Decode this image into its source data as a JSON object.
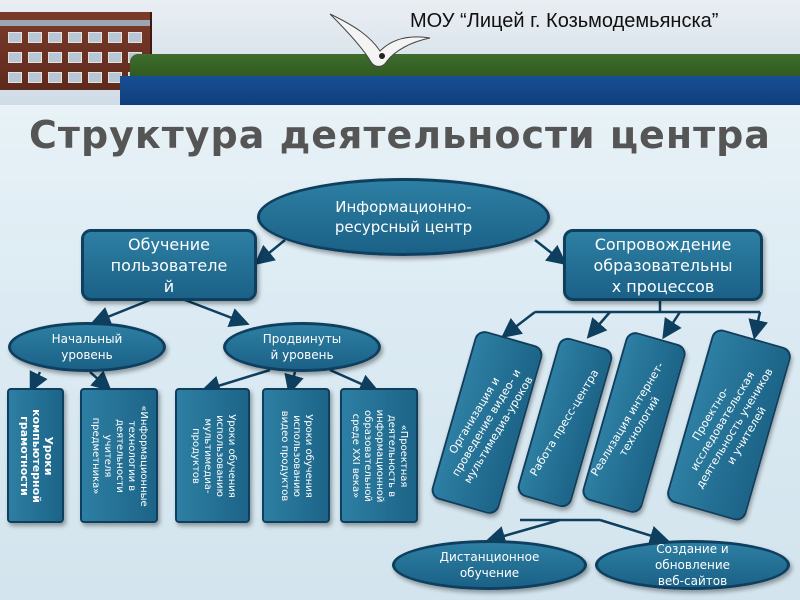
{
  "header": {
    "title": "МОУ “Лицей г. Козьмодемьянска”"
  },
  "page_title": "Структура деятельности центра",
  "nodes": {
    "center": [
      "Информационно-",
      "ресурсный центр"
    ],
    "left": [
      "Обучение",
      "пользователе",
      "й"
    ],
    "right": [
      "Сопровождение",
      "образовательны",
      "х процессов"
    ],
    "basic": [
      "Начальный",
      "уровень"
    ],
    "advanced": [
      "Продвинуты",
      "й уровень"
    ],
    "distance": [
      "Дистанционное",
      "обучение"
    ],
    "web": [
      "Создание и",
      "обновление",
      "веб-сайтов"
    ]
  },
  "training_items": [
    [
      "Уроки",
      "компьютерной",
      "грамотности"
    ],
    [
      "«Информационные",
      "технологии в",
      "деятельности",
      "учителя",
      "предметника»"
    ],
    [
      "Уроки обучения",
      "использованию",
      "мультимедиа-",
      "продуктов"
    ],
    [
      "Уроки обучения",
      "использованию",
      "видео продуктов"
    ],
    [
      "«Проектная",
      "деятельность в",
      "информационной",
      "образовательной",
      "среде XXI века»"
    ]
  ],
  "support_items": [
    [
      "Организация и",
      "проведение видео- и",
      "мультимедиа-уроков"
    ],
    [
      "Работа пресс-центра"
    ],
    [
      "Реализация интернет-",
      "технологий"
    ],
    [
      "Проектно-",
      "исследовательская",
      "деятельность учеников",
      "и учителей"
    ]
  ],
  "colors": {
    "node": "#1f6a8f",
    "border": "#0e3f5e",
    "background": "#dcebf3"
  }
}
